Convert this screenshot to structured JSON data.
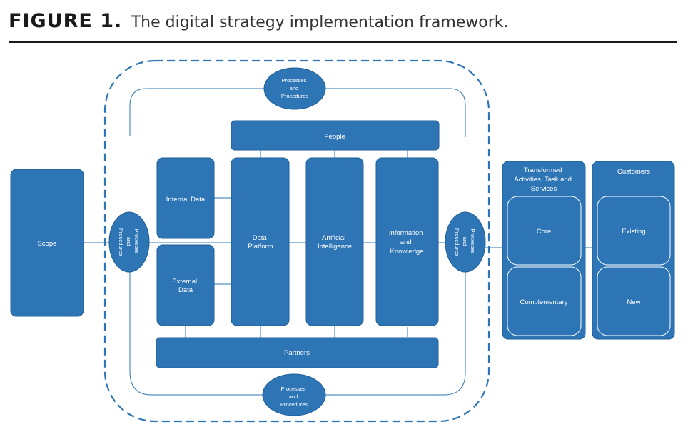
{
  "figure": {
    "label": "FIGURE 1.",
    "caption": "The digital strategy implementation framework."
  },
  "colors": {
    "box_fill": "#2e75b6",
    "box_stroke": "#1f5f99",
    "connector": "#2e75b6",
    "dashed_border": "#2e75b6",
    "rule": "#1a1a1a"
  },
  "diagram": {
    "scope": [
      "Scope"
    ],
    "people": [
      "People"
    ],
    "partners": [
      "Partners"
    ],
    "internal_data": [
      "Internal Data"
    ],
    "external_data": [
      "External",
      "Data"
    ],
    "data_platform": [
      "Data",
      "Platform"
    ],
    "artificial_intelligence": [
      "Artificial",
      "Intelligence"
    ],
    "information_knowledge": [
      "Information",
      "and",
      "Knowledge"
    ],
    "processes_top": [
      "Processes",
      "and",
      "Procedures"
    ],
    "processes_bottom": [
      "Processes",
      "and",
      "Procedures"
    ],
    "processes_left": [
      "Processes",
      "and",
      "Procedures"
    ],
    "processes_right": [
      "Processes",
      "and",
      "Procedures"
    ],
    "transformed": {
      "title": [
        "Transformed",
        "Activities, Task and",
        "Services"
      ],
      "core": [
        "Core"
      ],
      "complementary": [
        "Complementary"
      ]
    },
    "customers": {
      "title": [
        "Customers"
      ],
      "existing": [
        "Existing"
      ],
      "new": [
        "New"
      ]
    }
  }
}
